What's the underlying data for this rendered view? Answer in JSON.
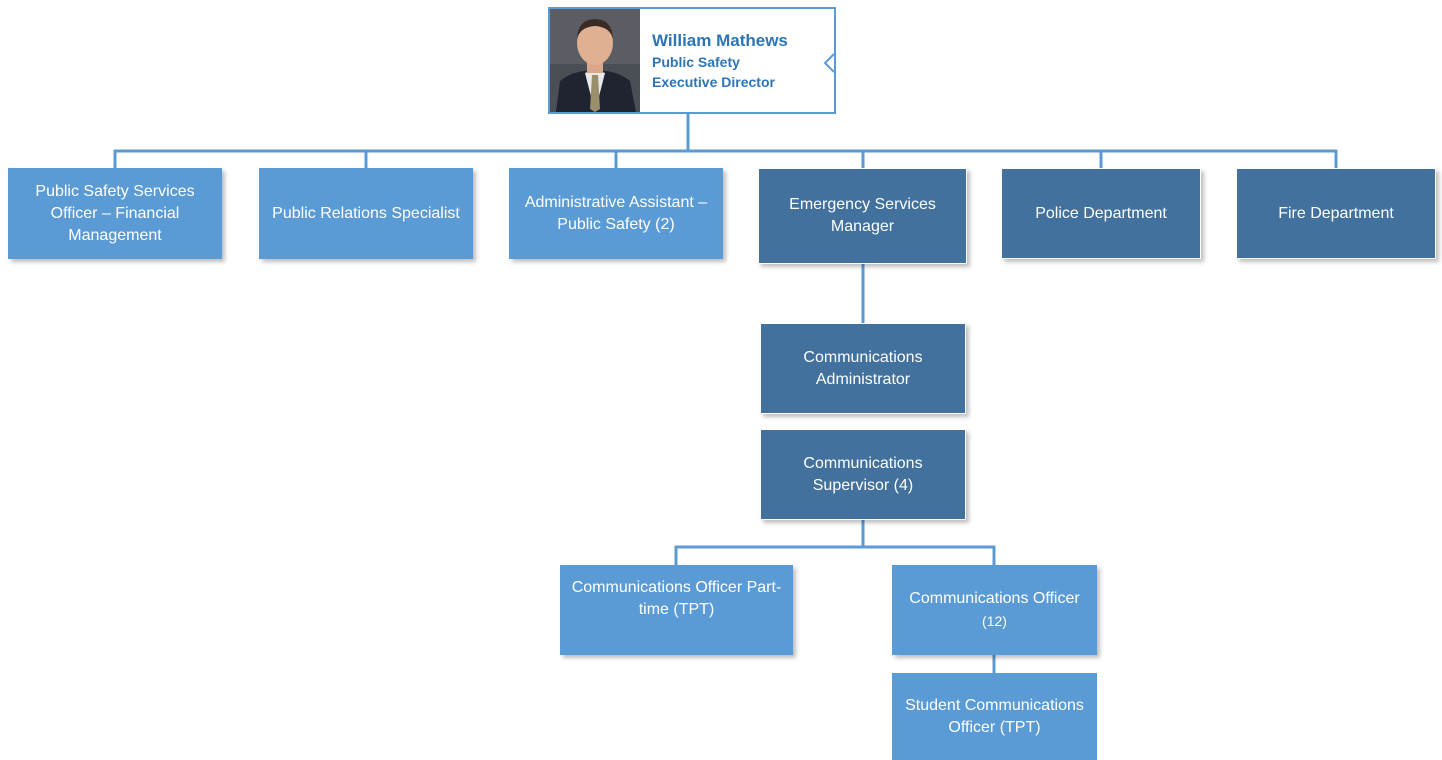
{
  "executive": {
    "name": "William Mathews",
    "title_line1": "Public Safety",
    "title_line2": "Executive Director"
  },
  "units": {
    "financial": "Public Safety Services Officer – Financial Management",
    "public_relations": "Public Relations Specialist",
    "admin_assistant": "Administrative Assistant – Public Safety  (2)",
    "emergency_manager": "Emergency Services Manager",
    "police": "Police Department",
    "fire": "Fire Department",
    "comm_admin": "Communications Administrator",
    "comm_supervisor": "Communications Supervisor (4)",
    "comm_officer_pt": "Communications Officer Part-time (TPT)",
    "comm_officer": "Communications Officer",
    "comm_officer_count": "(12)",
    "student_officer": "Student Communications Officer (TPT)"
  },
  "colors": {
    "light_box": "#5b9bd5",
    "dark_box": "#41719c",
    "connector": "#5b9bd5",
    "exec_text": "#2e75b6"
  }
}
